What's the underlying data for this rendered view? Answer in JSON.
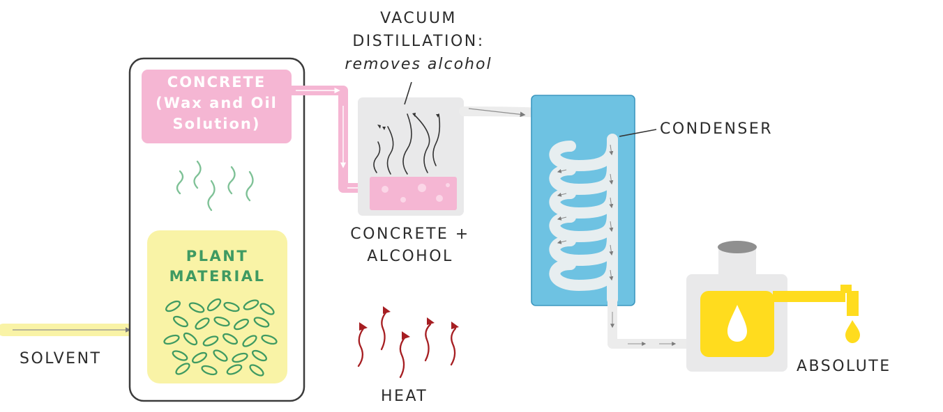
{
  "labels": {
    "concrete_box_line1": "CONCRETE",
    "concrete_box_line2": "(Wax and Oil",
    "concrete_box_line3": "Solution)",
    "plant_line1": "PLANT",
    "plant_line2": "MATERIAL",
    "vacuum_line1": "VACUUM",
    "vacuum_line2": "DISTILLATION:",
    "vacuum_line3": "removes alcohol",
    "concrete_alcohol_line1": "CONCRETE +",
    "concrete_alcohol_line2": "ALCOHOL",
    "condenser": "CONDENSER",
    "solvent": "SOLVENT",
    "heat": "HEAT",
    "absolute": "ABSOLUTE"
  },
  "colors": {
    "pink": "#f5b6d3",
    "yellow": "#f9f3a6",
    "leaf_green": "#3f9a62",
    "condenser_blue": "#6ec2e2",
    "heat_red": "#a61e22",
    "absolute_yellow": "#ffdc1e",
    "grey_vessel": "#e9e9ea"
  },
  "icons": [
    "leaf-icon",
    "vapor-wave-icon",
    "heat-arrow-icon",
    "droplet-icon",
    "flow-arrow-icon"
  ]
}
